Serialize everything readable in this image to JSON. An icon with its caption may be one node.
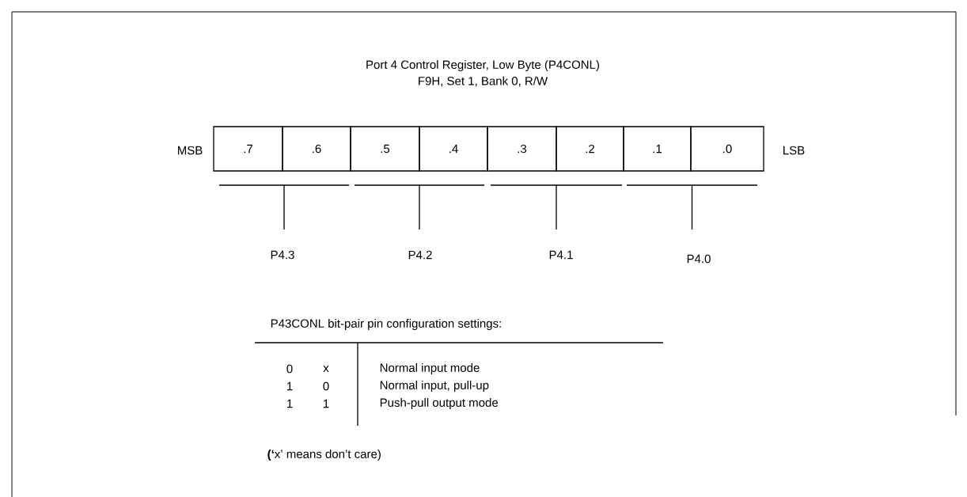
{
  "diagram": {
    "title": "Port 4 Control Register, Low Byte (P4CONL)",
    "nodes": [
      {
        "text": [
          ".7"
        ]
      },
      {
        "text": [
          ".6"
        ]
      },
      {
        "text": [
          ".5"
        ]
      },
      {
        "text": [
          ".4"
        ]
      },
      {
        "text": [
          ".3"
        ]
      },
      {
        "text": [
          ".2"
        ]
      },
      {
        "text": [
          ".1"
        ]
      },
      {
        "text": [
          ".0"
        ]
      }
    ],
    "labels": [
      "F9H, Set 1, Bank 0, R/W",
      "MSB",
      "LSB",
      "P4.3",
      "P4.2",
      "P4.1",
      "P4.0",
      "P43CONL bit-pair pin configuration settings:",
      "0",
      "x",
      "Normal input mode",
      "1",
      "0",
      "Normal input, pull-up",
      "1",
      "1",
      "Push-pull output mode",
      "**(‘**x’ means don’t care)"
    ]
  }
}
